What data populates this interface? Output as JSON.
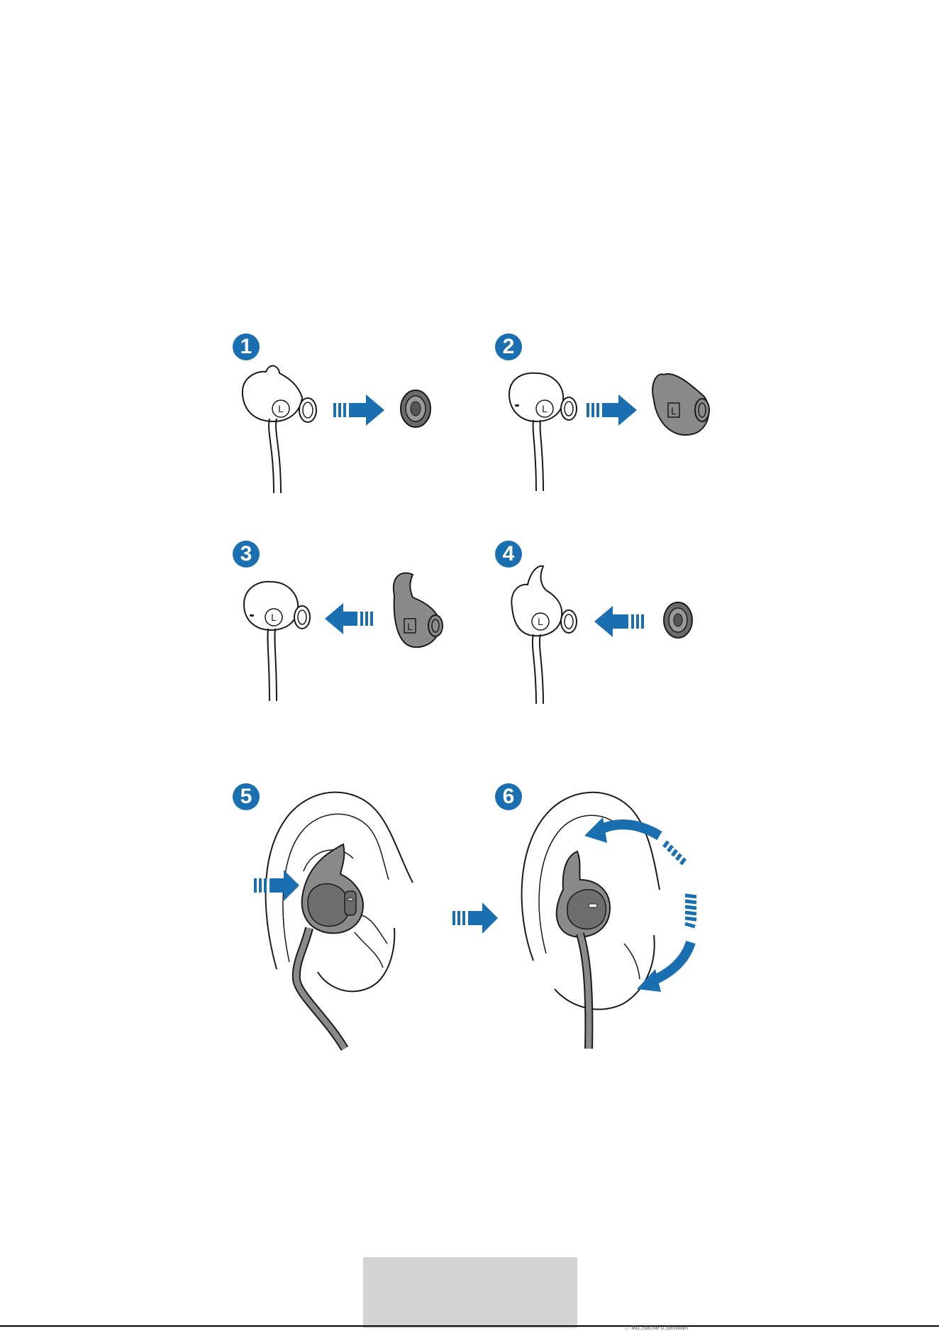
{
  "colors": {
    "badge": "#1a6fb0",
    "arrow": "#1a6fb0",
    "shell": "#8a8a8a",
    "outline": "#1a1a1a"
  },
  "steps": [
    {
      "number": "1",
      "earbud_label": "L"
    },
    {
      "number": "2",
      "earbud_label": "L",
      "wingtip_label": "L"
    },
    {
      "number": "3",
      "earbud_label": "L",
      "wingtip_label": "L"
    },
    {
      "number": "4",
      "earbud_label": "L"
    },
    {
      "number": "5"
    },
    {
      "number": "6"
    }
  ],
  "footer": {
    "fine_print": "Ⓣ Mu..rlla.hle u.Sehwiwn"
  }
}
